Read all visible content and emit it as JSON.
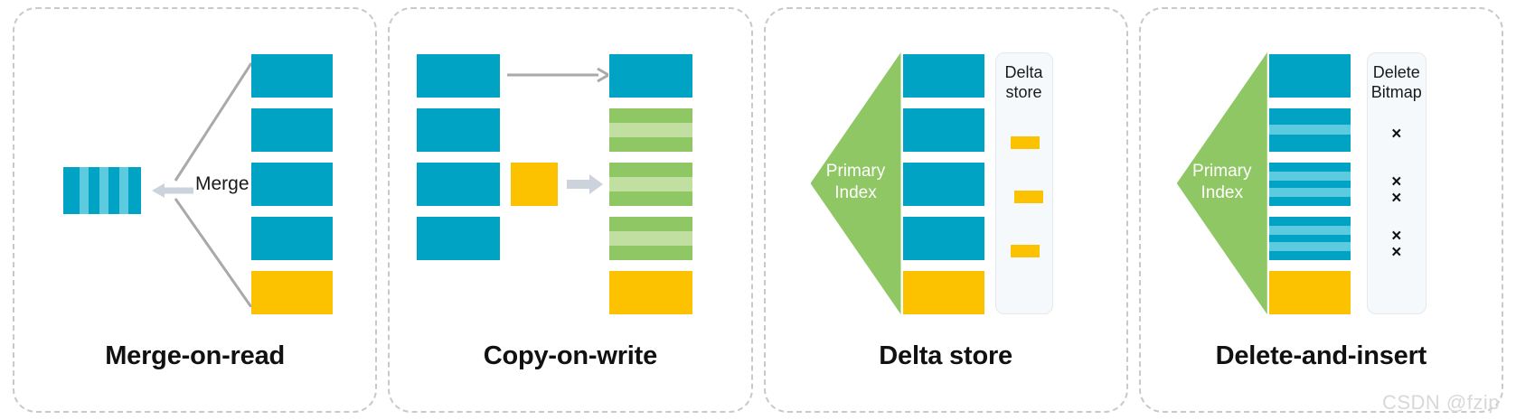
{
  "diagram": {
    "title_row": [
      "Merge-on-read",
      "Copy-on-write",
      "Delta store",
      "Delete-and-insert"
    ],
    "watermark": "CSDN @fzip",
    "colors": {
      "blue": "#00a3c4",
      "light_blue": "#5ccbe0",
      "orange": "#fcc200",
      "green": "#8fc764",
      "light_green": "#c0dfa0",
      "arrow_gray": "#a9a9a9",
      "fat_arrow_gray": "#ccd3dd",
      "panel_border": "#c9c9c9",
      "card_bg": "#f6f9fb"
    }
  },
  "panels": [
    {
      "id": "merge-on-read",
      "caption": "Merge-on-read",
      "merge_label": "Merge",
      "merged_bar": {
        "stripe_count": 3,
        "base_color": "#00a3c4",
        "stripe_color": "#5ccbe0"
      },
      "blocks": [
        {
          "kind": "blue"
        },
        {
          "kind": "blue"
        },
        {
          "kind": "blue"
        },
        {
          "kind": "blue"
        },
        {
          "kind": "orange"
        }
      ]
    },
    {
      "id": "copy-on-write",
      "caption": "Copy-on-write",
      "left_blocks": [
        {
          "kind": "blue"
        },
        {
          "kind": "blue"
        },
        {
          "kind": "blue"
        },
        {
          "kind": "blue"
        }
      ],
      "delta_block": {
        "kind": "orange"
      },
      "right_blocks": [
        {
          "kind": "blue",
          "stripes": 0
        },
        {
          "kind": "green",
          "stripes": 3
        },
        {
          "kind": "green",
          "stripes": 3
        },
        {
          "kind": "green",
          "stripes": 3
        },
        {
          "kind": "orange",
          "stripes": 0
        }
      ]
    },
    {
      "id": "delta-store",
      "caption": "Delta store",
      "primary_index_label_line1": "Primary",
      "primary_index_label_line2": "Index",
      "blocks": [
        {
          "kind": "blue"
        },
        {
          "kind": "blue"
        },
        {
          "kind": "blue"
        },
        {
          "kind": "blue"
        },
        {
          "kind": "orange"
        }
      ],
      "card": {
        "title_line1": "Delta",
        "title_line2": "store",
        "chips": 3
      }
    },
    {
      "id": "delete-and-insert",
      "caption": "Delete-and-insert",
      "primary_index_label_line1": "Primary",
      "primary_index_label_line2": "Index",
      "blocks": [
        {
          "kind": "blue",
          "stripes": 0
        },
        {
          "kind": "blue",
          "stripes": 1
        },
        {
          "kind": "blue",
          "stripes": 2
        },
        {
          "kind": "blue",
          "stripes": 2
        },
        {
          "kind": "orange",
          "stripes": 0
        }
      ],
      "card": {
        "title_line1": "Delete",
        "title_line2": "Bitmap",
        "marks": [
          "×",
          "×",
          "×",
          "×",
          "×"
        ],
        "mark_groups": [
          1,
          2,
          2
        ]
      }
    }
  ]
}
